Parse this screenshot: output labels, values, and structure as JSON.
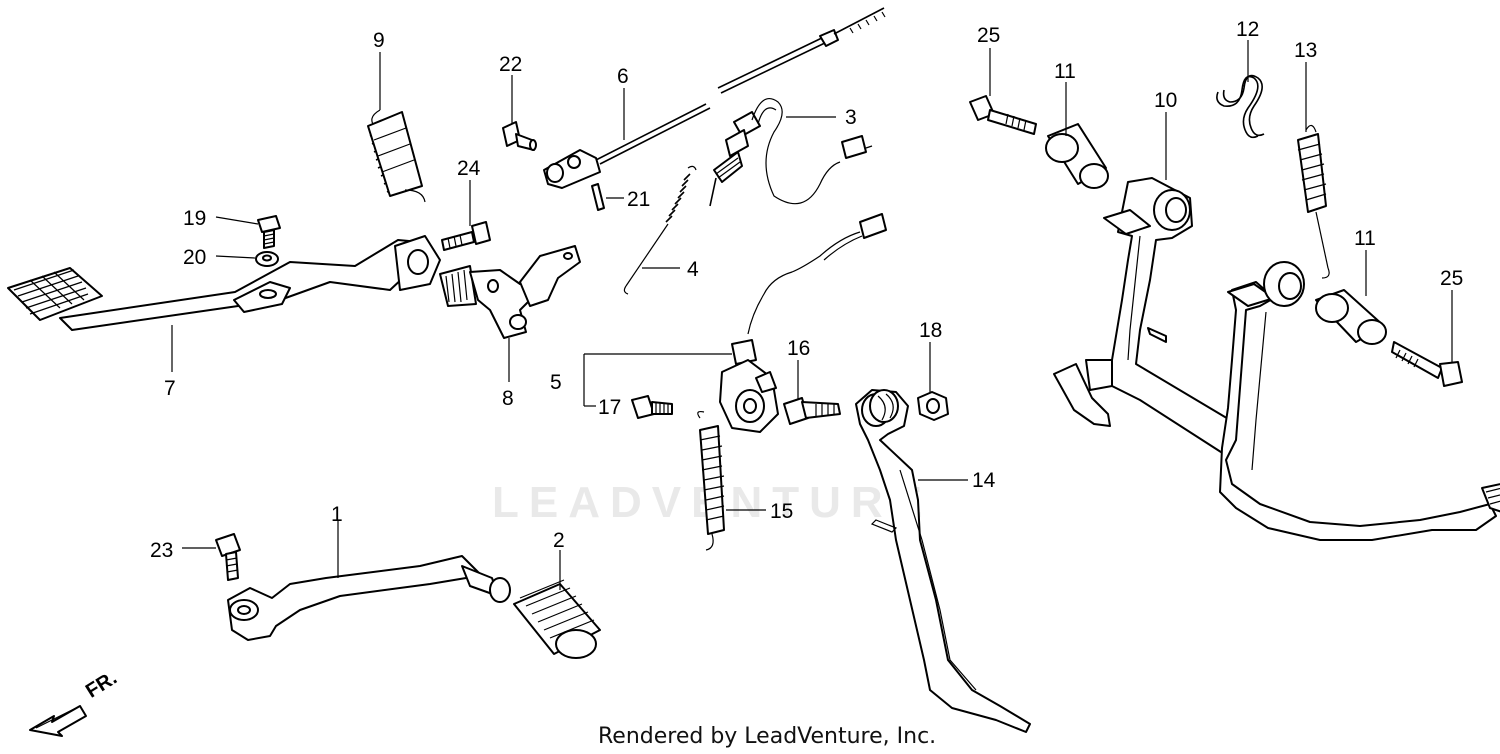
{
  "watermark": "LEADVENTURE",
  "credit": "Rendered by LeadVenture, Inc.",
  "direction_label": "FR.",
  "callouts": {
    "c1": "1",
    "c2": "2",
    "c3": "3",
    "c4": "4",
    "c5": "5",
    "c6": "6",
    "c7": "7",
    "c8": "8",
    "c9": "9",
    "c10": "10",
    "c11a": "11",
    "c11b": "11",
    "c12": "12",
    "c13": "13",
    "c14": "14",
    "c15": "15",
    "c16": "16",
    "c17": "17",
    "c18": "18",
    "c19": "19",
    "c20": "20",
    "c21": "21",
    "c22": "22",
    "c23": "23",
    "c24": "24",
    "c25a": "25",
    "c25b": "25"
  }
}
